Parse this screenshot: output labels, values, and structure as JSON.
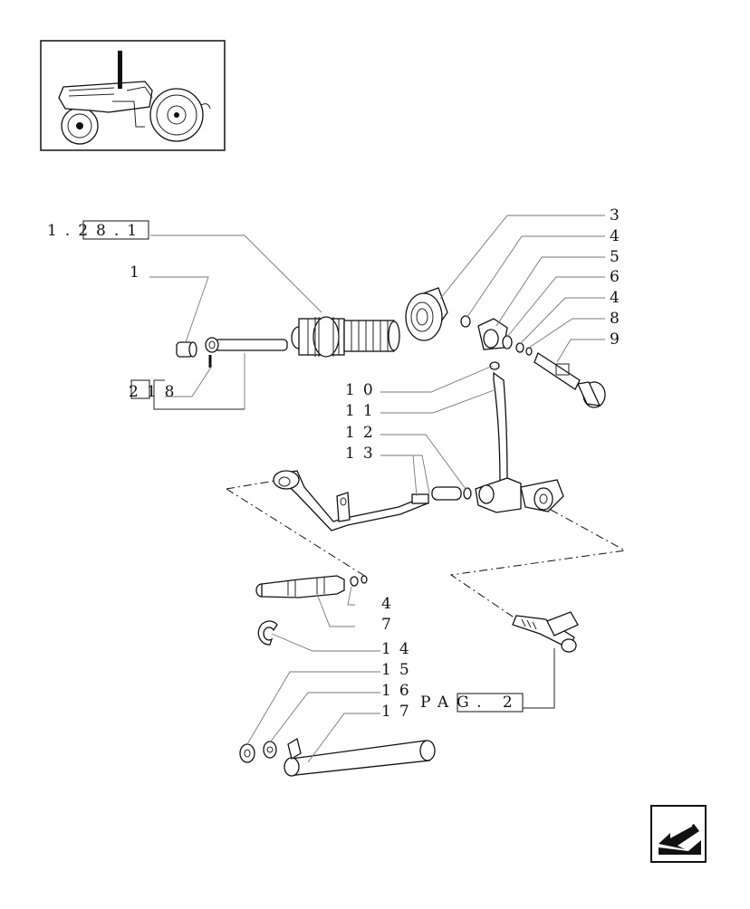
{
  "colors": {
    "ink": "#111111",
    "leader": "#777777",
    "background": "#ffffff"
  },
  "thumbnail": {
    "icon": "tractor-icon"
  },
  "references": {
    "group_ref": "1.28.1",
    "fig_ref": "218",
    "page_ref": "PAG. 2"
  },
  "callouts": [
    "3",
    "4",
    "5",
    "6",
    "4",
    "8",
    "9",
    "1",
    "10",
    "11",
    "12",
    "13",
    "4",
    "7",
    "14",
    "15",
    "16",
    "17"
  ],
  "nav": {
    "icon": "next-page-arrow-icon"
  }
}
